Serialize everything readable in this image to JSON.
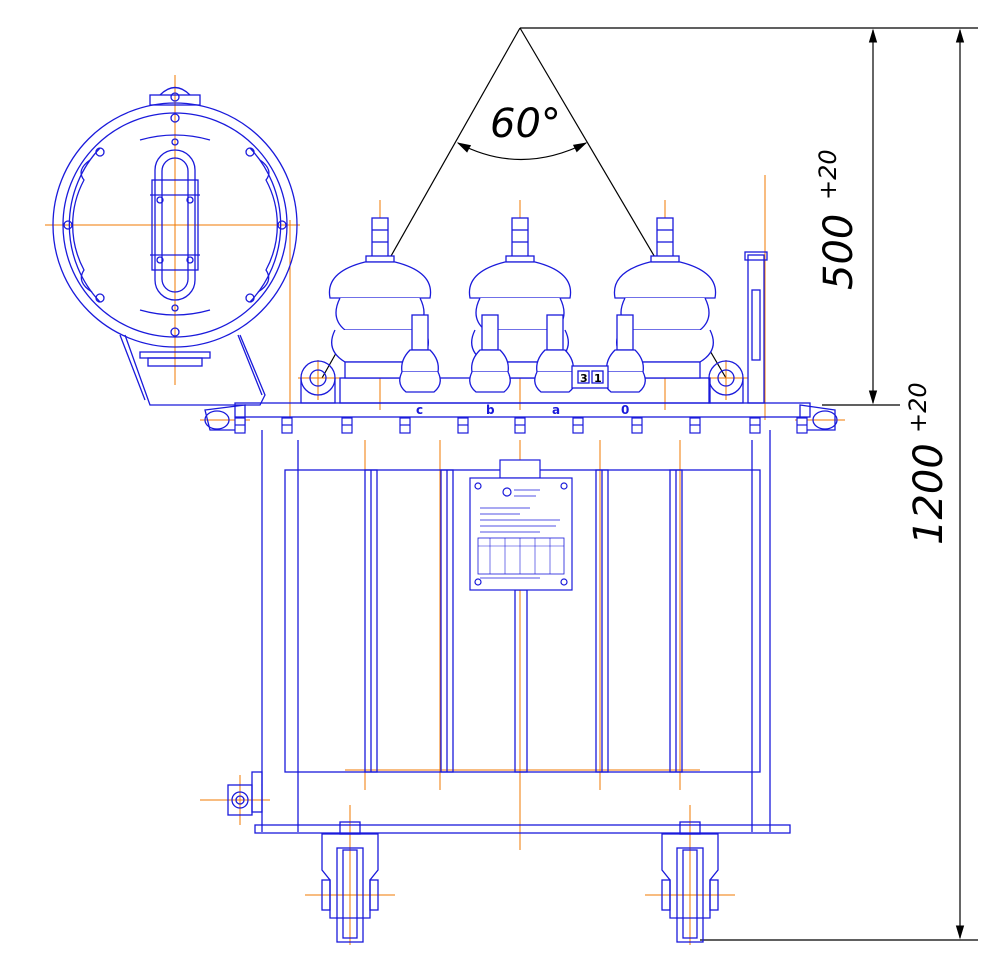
{
  "drawing": {
    "colors": {
      "outline": "#1a1adb",
      "centerline": "#f07800",
      "dimension": "#000000",
      "background": "#ffffff"
    },
    "angle_label": "60°",
    "height_top": {
      "value": "500",
      "tolerance": "+20"
    },
    "height_total": {
      "value": "1200",
      "tolerance": "+20"
    },
    "terminal_labels": [
      "c",
      "b",
      "a",
      "0"
    ],
    "tap_switch_digits": [
      "3",
      "1"
    ]
  }
}
